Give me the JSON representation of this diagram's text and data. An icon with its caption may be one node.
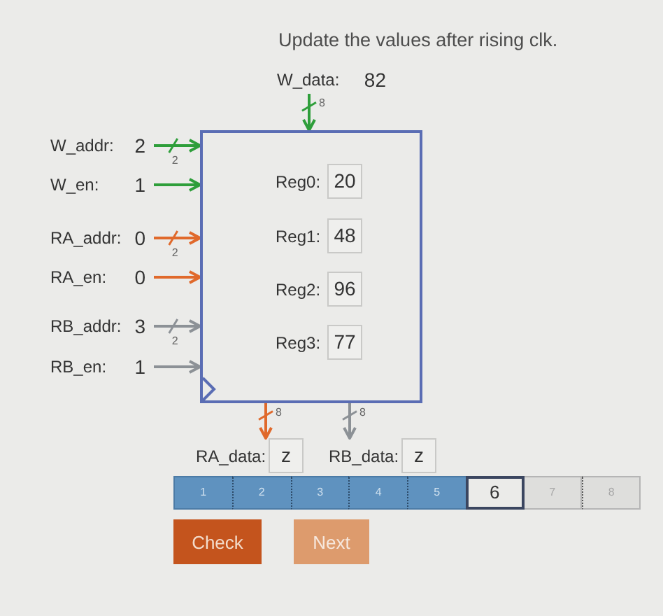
{
  "diagram": {
    "title": "Update the values after rising clk.",
    "nodes": [
      {
        "text": [
          "W_data:",
          "82"
        ]
      },
      {
        "text": [],
        "shape": "box"
      },
      {
        "text": [
          "20"
        ],
        "beside": [
          "Reg0:"
        ],
        "in": 1
      },
      {
        "text": [
          "48"
        ],
        "beside": [
          "Reg1:"
        ],
        "in": 1
      },
      {
        "text": [
          "96"
        ],
        "beside": [
          "Reg2:"
        ],
        "in": 1
      },
      {
        "text": [
          "77"
        ],
        "beside": [
          "Reg3:"
        ],
        "in": 1
      },
      {
        "text": [
          "W_addr:",
          "2"
        ]
      },
      {
        "text": [
          "W_en:",
          "1"
        ]
      },
      {
        "text": [
          "RA_addr:",
          "0"
        ]
      },
      {
        "text": [
          "RA_en:",
          "0"
        ]
      },
      {
        "text": [
          "RB_addr:",
          "3"
        ]
      },
      {
        "text": [
          "RB_en:",
          "1"
        ]
      },
      {
        "text": [
          "z"
        ],
        "beside": [
          "RA_data:"
        ]
      },
      {
        "text": [
          "z"
        ],
        "beside": [
          "RB_data:"
        ]
      }
    ],
    "edges": [
      {
        "from": 0,
        "to": 1,
        "arrow": "to",
        "label": "8",
        "color": "#2e9e3a"
      },
      {
        "from": 6,
        "to": 1,
        "arrow": "to",
        "label": "2",
        "color": "#2e9e3a"
      },
      {
        "from": 7,
        "to": 1,
        "arrow": "to",
        "color": "#2e9e3a"
      },
      {
        "from": 8,
        "to": 1,
        "arrow": "to",
        "label": "2",
        "color": "#e0692b"
      },
      {
        "from": 9,
        "to": 1,
        "arrow": "to",
        "color": "#e0692b"
      },
      {
        "from": 10,
        "to": 1,
        "arrow": "to",
        "label": "2",
        "color": "#8c9196"
      },
      {
        "from": 11,
        "to": 1,
        "arrow": "to",
        "color": "#8c9196"
      },
      {
        "from": 1,
        "to": 12,
        "arrow": "to",
        "label": "8",
        "color": "#e0692b"
      },
      {
        "from": 1,
        "to": 13,
        "arrow": "to",
        "label": "8",
        "color": "#8c9196"
      }
    ],
    "labels": [
      "1",
      "2",
      "3",
      "4",
      "5",
      "6",
      "7",
      "8",
      "Check",
      "Next"
    ]
  }
}
